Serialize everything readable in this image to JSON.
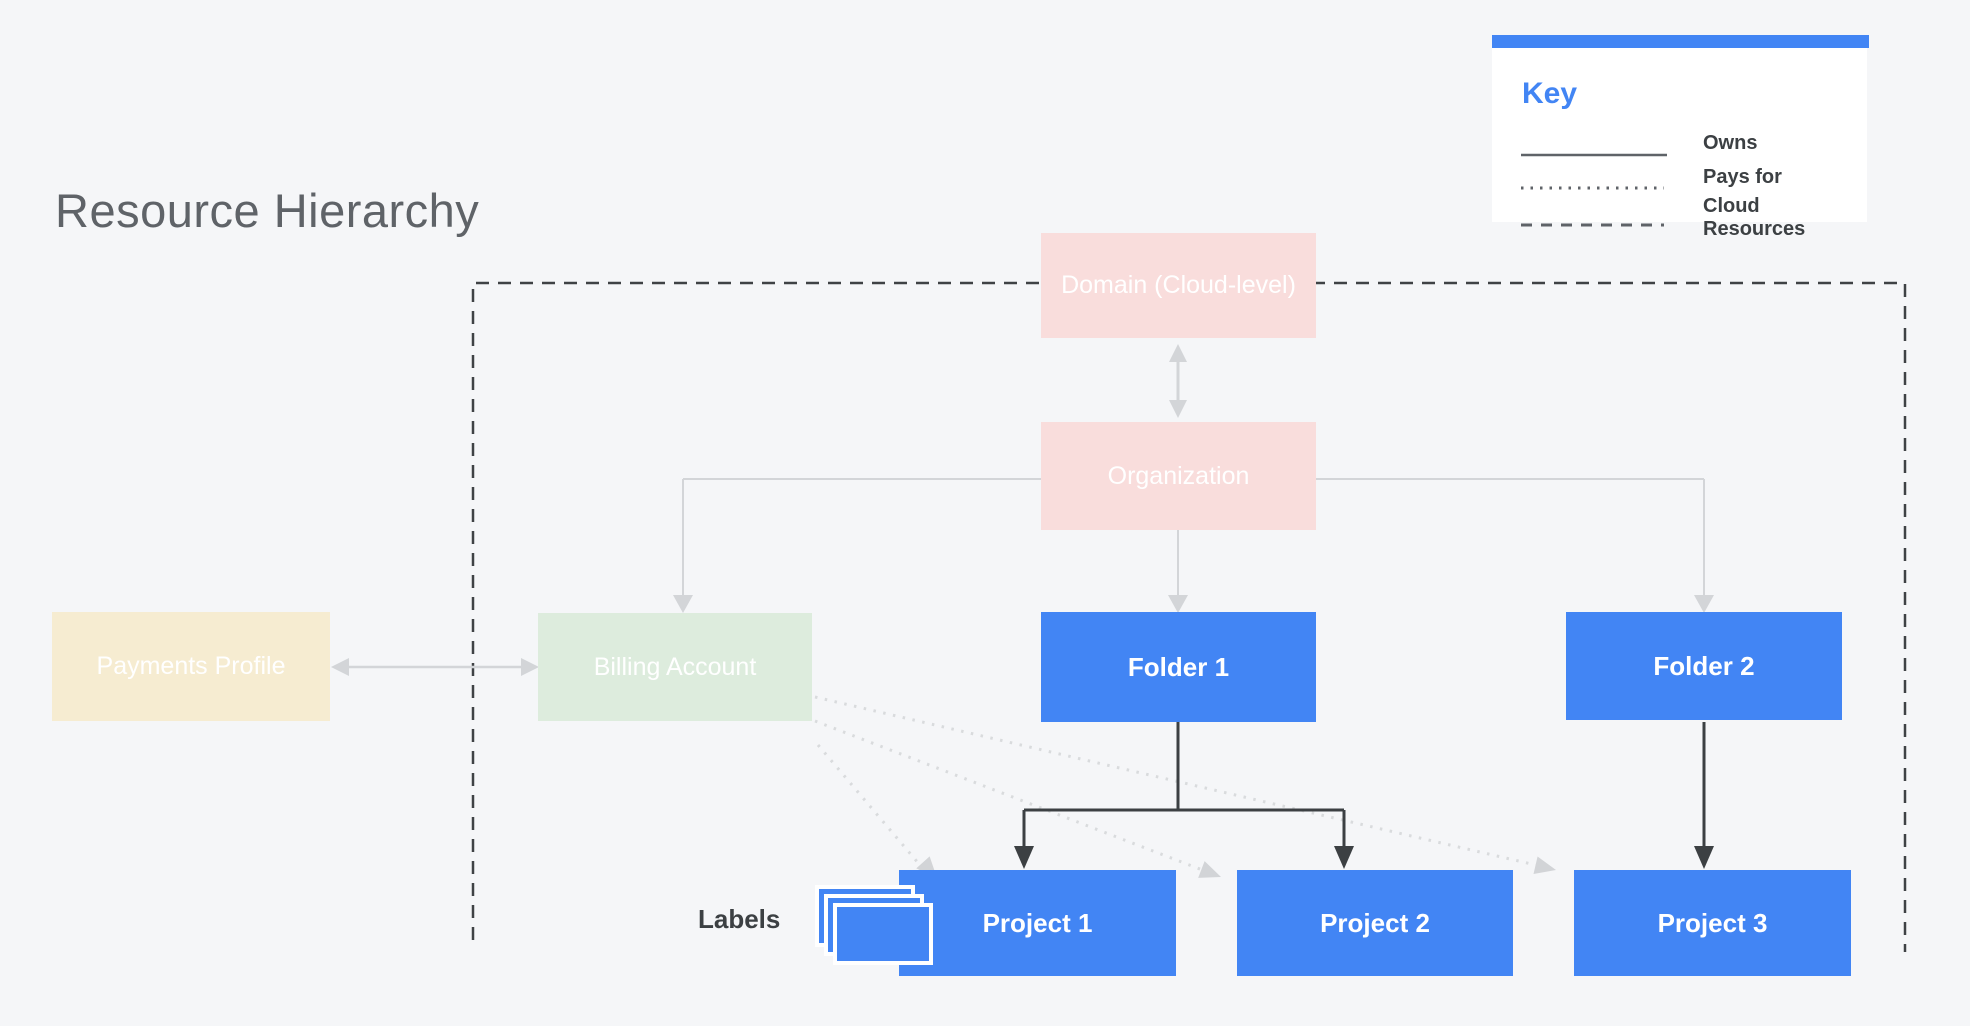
{
  "title": "Resource Hierarchy",
  "key": {
    "heading": "Key",
    "items": [
      {
        "line_style": "solid",
        "label": "Owns"
      },
      {
        "line_style": "dotted",
        "label": "Pays for"
      },
      {
        "line_style": "dashed",
        "label": "Cloud Resources"
      }
    ]
  },
  "nodes": {
    "domain": {
      "label": "Domain (Cloud-level)",
      "color": "#f9dddc"
    },
    "organization": {
      "label": "Organization",
      "color": "#f9dddc"
    },
    "payments_profile": {
      "label": "Payments Profile",
      "color": "#f6ecd1"
    },
    "billing_account": {
      "label": "Billing Account",
      "color": "#ddecdd"
    },
    "folder1": {
      "label": "Folder 1",
      "color": "#4285f4"
    },
    "folder2": {
      "label": "Folder 2",
      "color": "#4285f4"
    },
    "project1": {
      "label": "Project 1",
      "color": "#4285f4"
    },
    "project2": {
      "label": "Project 2",
      "color": "#4285f4"
    },
    "project3": {
      "label": "Project 3",
      "color": "#4285f4"
    }
  },
  "labels_caption": "Labels",
  "edges": [
    {
      "from": "domain",
      "to": "organization",
      "type": "owns",
      "bidirectional": true
    },
    {
      "from": "payments_profile",
      "to": "billing_account",
      "type": "owns",
      "bidirectional": true
    },
    {
      "from": "organization",
      "to": "billing_account",
      "type": "owns"
    },
    {
      "from": "organization",
      "to": "folder1",
      "type": "owns"
    },
    {
      "from": "organization",
      "to": "folder2",
      "type": "owns"
    },
    {
      "from": "folder1",
      "to": "project1",
      "type": "owns"
    },
    {
      "from": "folder1",
      "to": "project2",
      "type": "owns"
    },
    {
      "from": "folder2",
      "to": "project3",
      "type": "owns"
    },
    {
      "from": "billing_account",
      "to": "project1",
      "type": "pays_for"
    },
    {
      "from": "billing_account",
      "to": "project2",
      "type": "pays_for"
    },
    {
      "from": "billing_account",
      "to": "project3",
      "type": "pays_for"
    }
  ],
  "colors": {
    "accent_blue": "#4285f4",
    "node_pink": "#f9dddc",
    "node_green": "#ddecdd",
    "node_cream": "#f6ecd1",
    "background": "#f5f6f8",
    "connector_light": "#d3d5d8",
    "connector_dark": "#3c4043",
    "title_gray": "#5f6368"
  }
}
